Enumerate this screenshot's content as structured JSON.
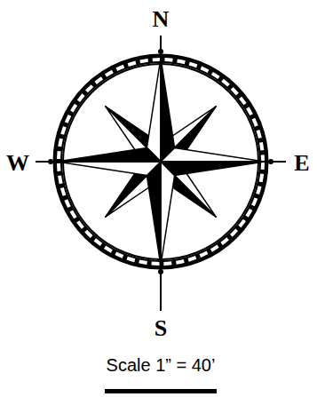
{
  "diagram": {
    "labels": [
      "N",
      "W",
      "E",
      "S",
      "Scale 1” = 40’"
    ]
  }
}
